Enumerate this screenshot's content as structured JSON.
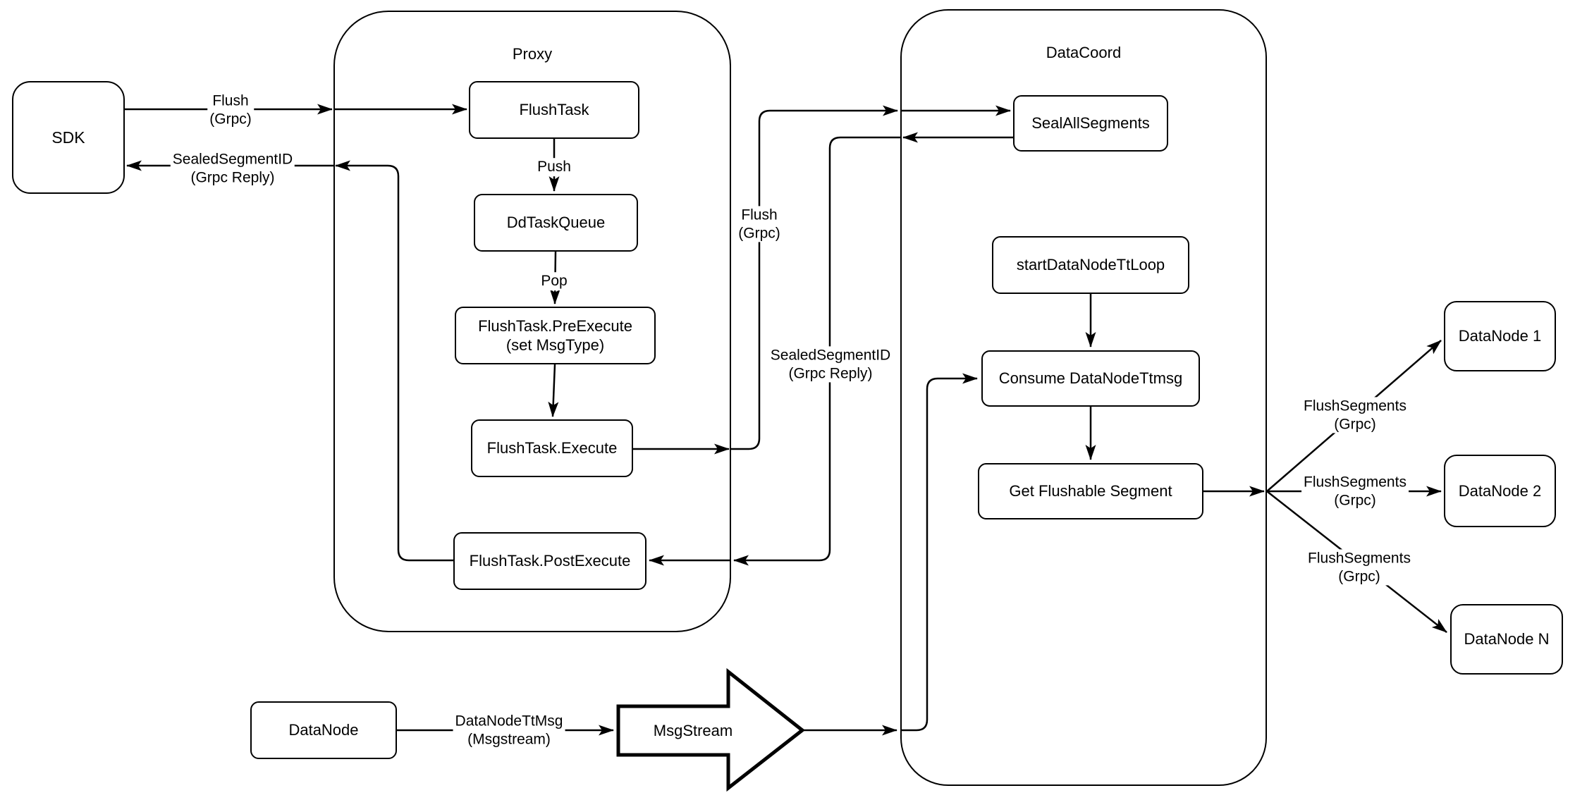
{
  "diagram": {
    "colors": {
      "stroke": "#000000",
      "background": "#ffffff"
    },
    "containers": {
      "proxy": {
        "title": "Proxy"
      },
      "datacoord": {
        "title": "DataCoord"
      }
    },
    "nodes": {
      "sdk": {
        "label": "SDK"
      },
      "flush_task": {
        "label": "FlushTask"
      },
      "dd_task_queue": {
        "label": "DdTaskQueue"
      },
      "pre_execute": {
        "line1": "FlushTask.PreExecute",
        "line2": "(set MsgType)"
      },
      "execute": {
        "label": "FlushTask.Execute"
      },
      "post_execute": {
        "label": "FlushTask.PostExecute"
      },
      "seal_all_segments": {
        "label": "SealAllSegments"
      },
      "start_tt_loop": {
        "label": "startDataNodeTtLoop"
      },
      "consume_ttmsg": {
        "label": "Consume DataNodeTtmsg"
      },
      "get_flushable": {
        "label": "Get Flushable Segment"
      },
      "datanode_1": {
        "label": "DataNode 1"
      },
      "datanode_2": {
        "label": "DataNode 2"
      },
      "datanode_n": {
        "label": "DataNode N"
      },
      "datanode": {
        "label": "DataNode"
      },
      "msgstream": {
        "label": "MsgStream"
      }
    },
    "edge_labels": {
      "flush_sdk": {
        "line1": "Flush",
        "line2": "(Grpc)"
      },
      "sealed_sdk": {
        "line1": "SealedSegmentID",
        "line2": "(Grpc Reply)"
      },
      "push": {
        "label": "Push"
      },
      "pop": {
        "label": "Pop"
      },
      "flush_mid": {
        "line1": "Flush",
        "line2": "(Grpc)"
      },
      "sealed_mid": {
        "line1": "SealedSegmentID",
        "line2": "(Grpc Reply)"
      },
      "datanode_ttmsg": {
        "line1": "DataNodeTtMsg",
        "line2": "(Msgstream)"
      },
      "flush_segments_1": {
        "line1": "FlushSegments",
        "line2": "(Grpc)"
      },
      "flush_segments_2": {
        "line1": "FlushSegments",
        "line2": "(Grpc)"
      },
      "flush_segments_3": {
        "line1": "FlushSegments",
        "line2": "(Grpc)"
      }
    }
  }
}
